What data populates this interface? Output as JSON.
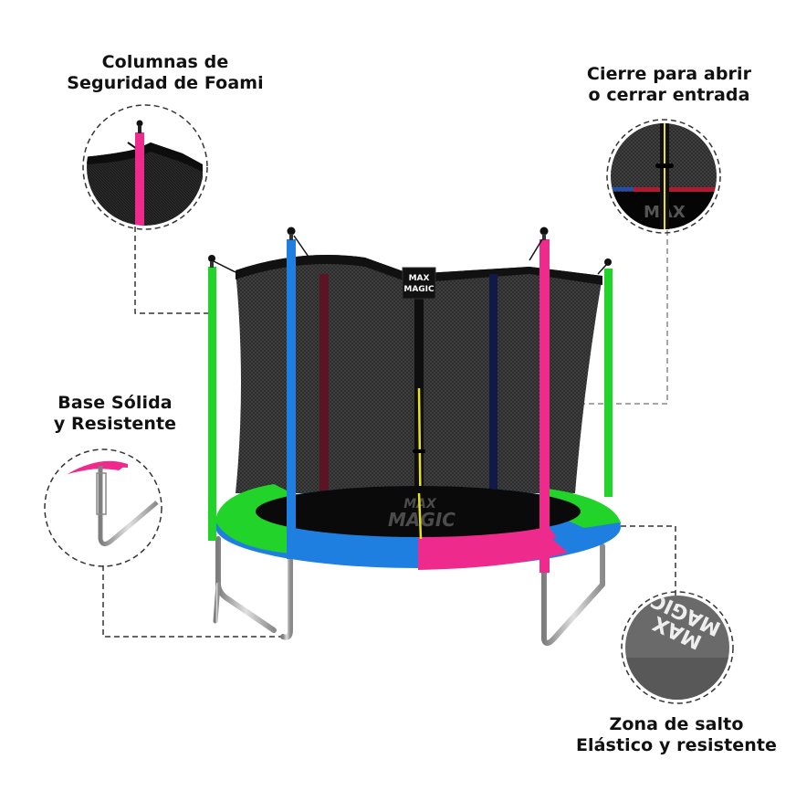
{
  "product": {
    "brand": "MAX MAGIC",
    "brand_line1": "MAX",
    "brand_line2": "MAGIC",
    "type": "trampoline with safety net"
  },
  "callouts": [
    {
      "id": "columns",
      "line1": "Columnas de",
      "line2": "Seguridad de Foami"
    },
    {
      "id": "zipper",
      "line1": "Cierre para abrir",
      "line2": "o cerrar entrada"
    },
    {
      "id": "base",
      "line1": "Base Sólida",
      "line2": "y Resistente"
    },
    {
      "id": "jump",
      "line1": "Zona de salto",
      "line2": "Elástico y resistente"
    }
  ],
  "colors": {
    "green": "#22d42a",
    "blue": "#1f7fe0",
    "pink": "#ee2a8c",
    "net": "#2b2b2b",
    "mat": "#0a0a0a",
    "zipper": "#e8e020",
    "steel": "#a9a9a9",
    "dash": "#333333"
  }
}
